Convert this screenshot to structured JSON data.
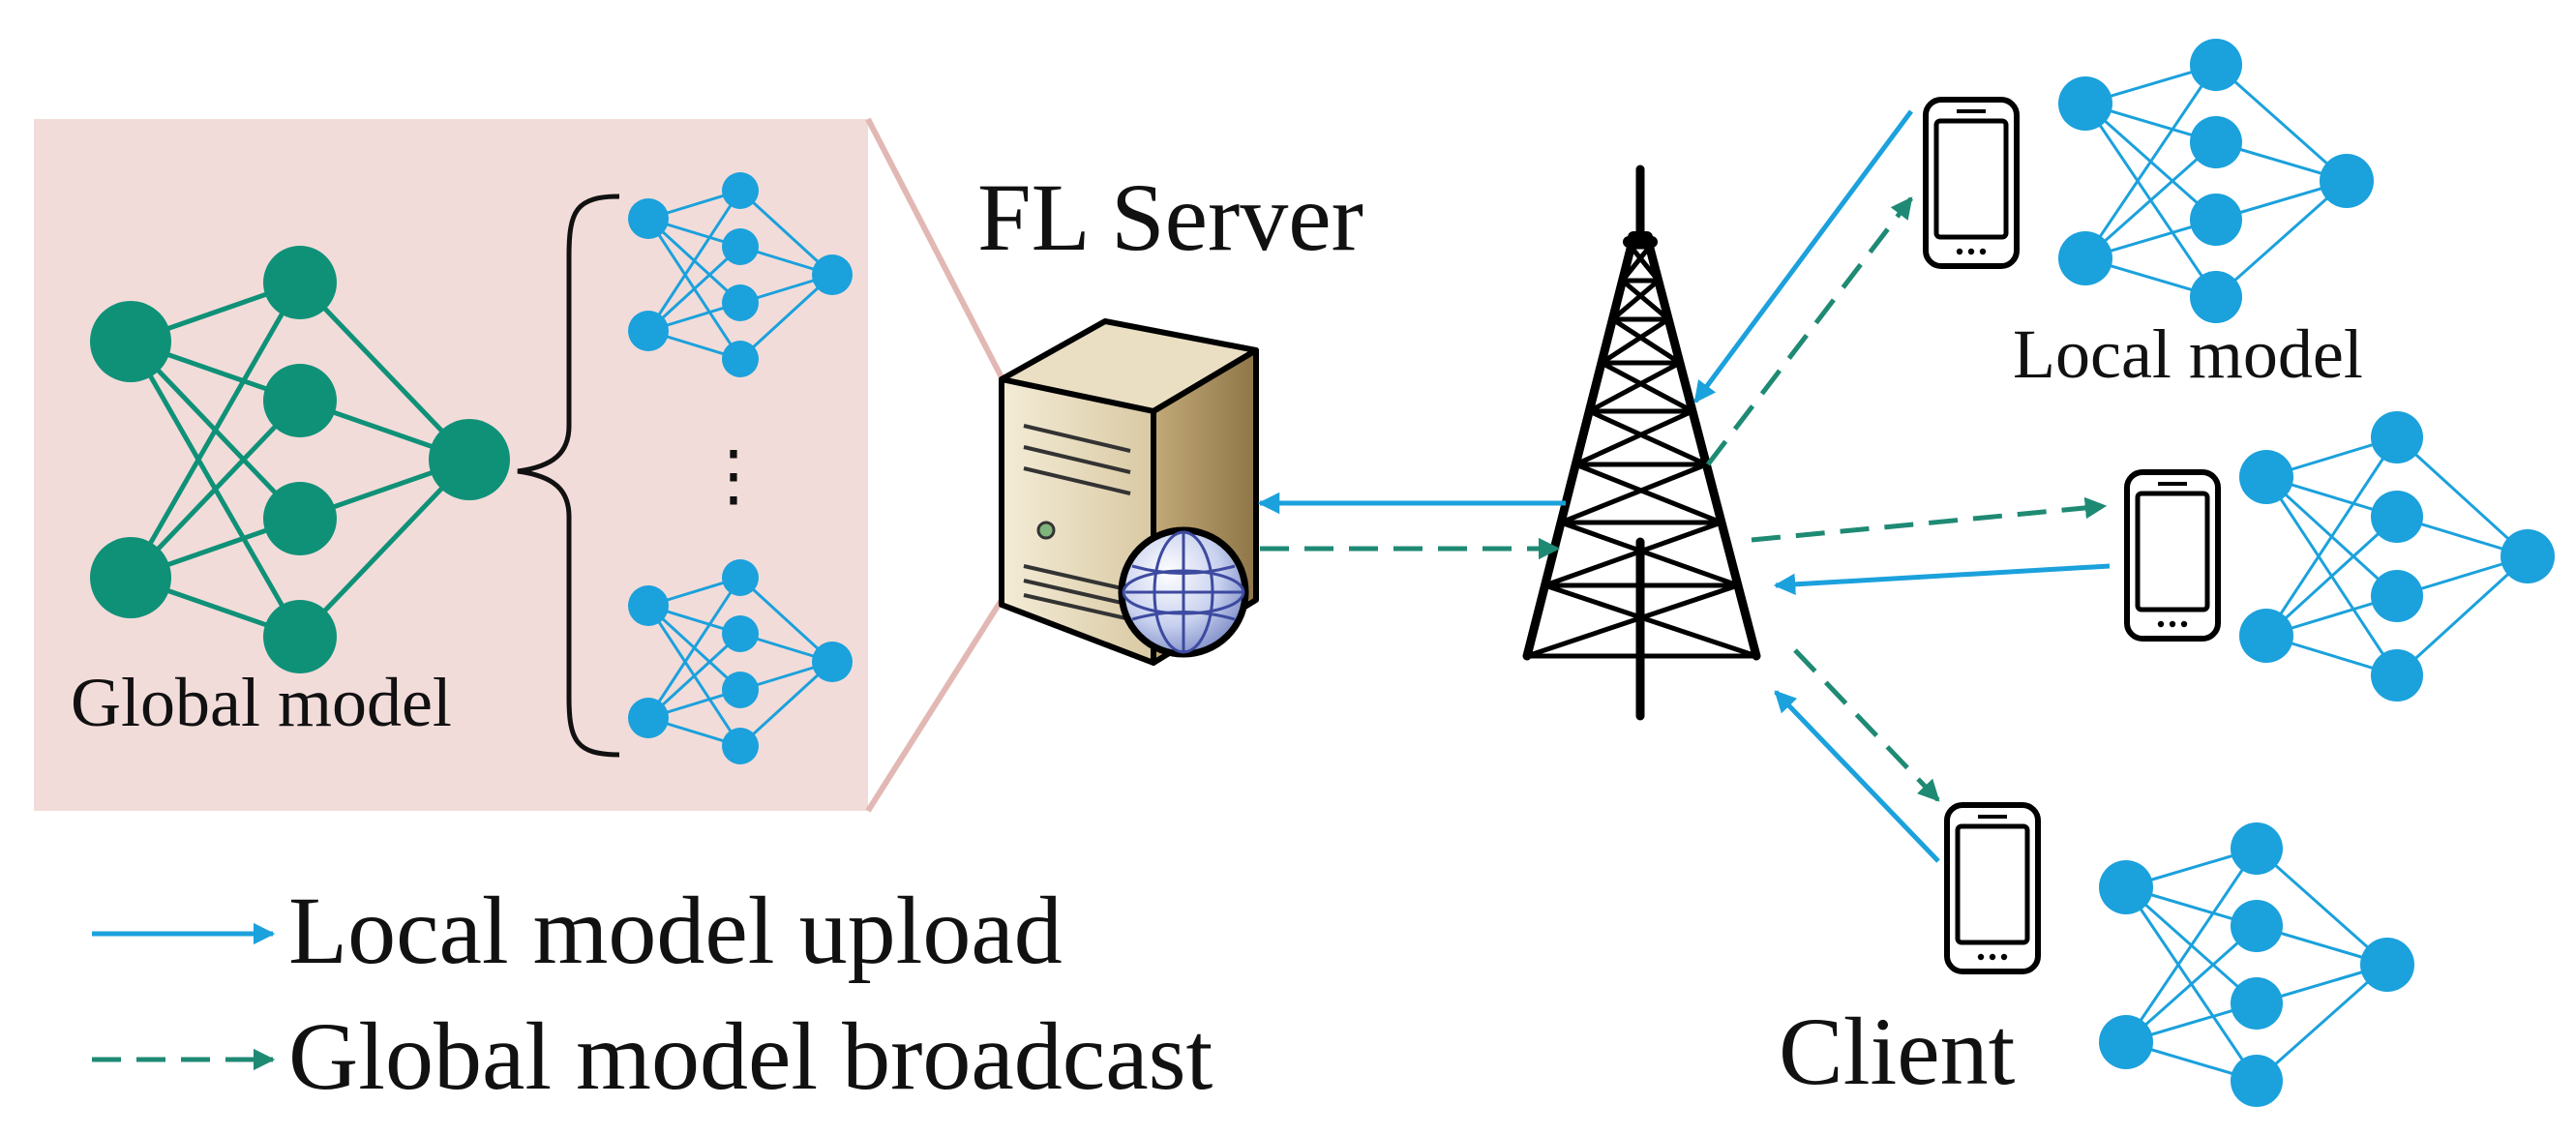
{
  "labels": {
    "server": "FL Server",
    "global_model": "Global model",
    "local_model": "Local model",
    "client": "Client",
    "ellipsis": "⋮"
  },
  "legend": {
    "upload": "Local model upload",
    "broadcast": "Global model broadcast"
  },
  "colors": {
    "upload": "#1ba1dc",
    "broadcast": "#1f8a74",
    "global_node": "#0f9178",
    "local_node": "#1ba1dc",
    "panel_fill": "#f2dcd9",
    "panel_edge": "#e2b8b4"
  },
  "icons": [
    "server-icon",
    "globe-icon",
    "tower-icon",
    "phone-icon"
  ]
}
